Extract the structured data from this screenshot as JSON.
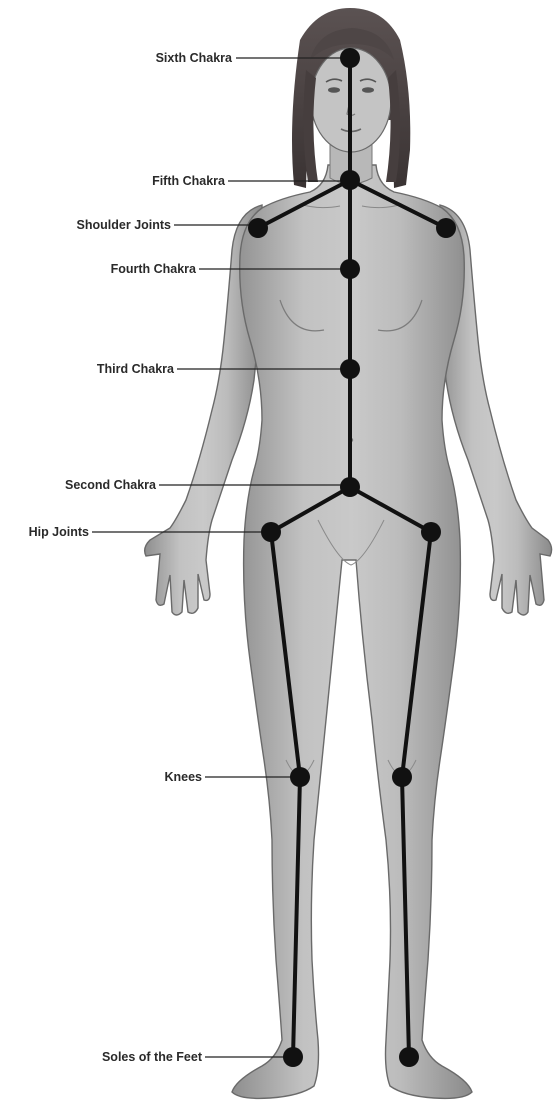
{
  "labels": {
    "sixth_chakra": "Sixth Chakra",
    "fifth_chakra": "Fifth Chakra",
    "shoulder_joints": "Shoulder Joints",
    "fourth_chakra": "Fourth Chakra",
    "third_chakra": "Third Chakra",
    "second_chakra": "Second Chakra",
    "hip_joints": "Hip Joints",
    "knees": "Knees",
    "soles_of_the_feet": "Soles of the Feet"
  },
  "colors": {
    "background": "#ffffff",
    "skin_fill": "#b4b4b4",
    "skin_outline": "#6a6a6a",
    "hair": "#4a4040",
    "marker": "#111111",
    "leader_line": "#222222",
    "label_text": "#2a2a2a"
  }
}
